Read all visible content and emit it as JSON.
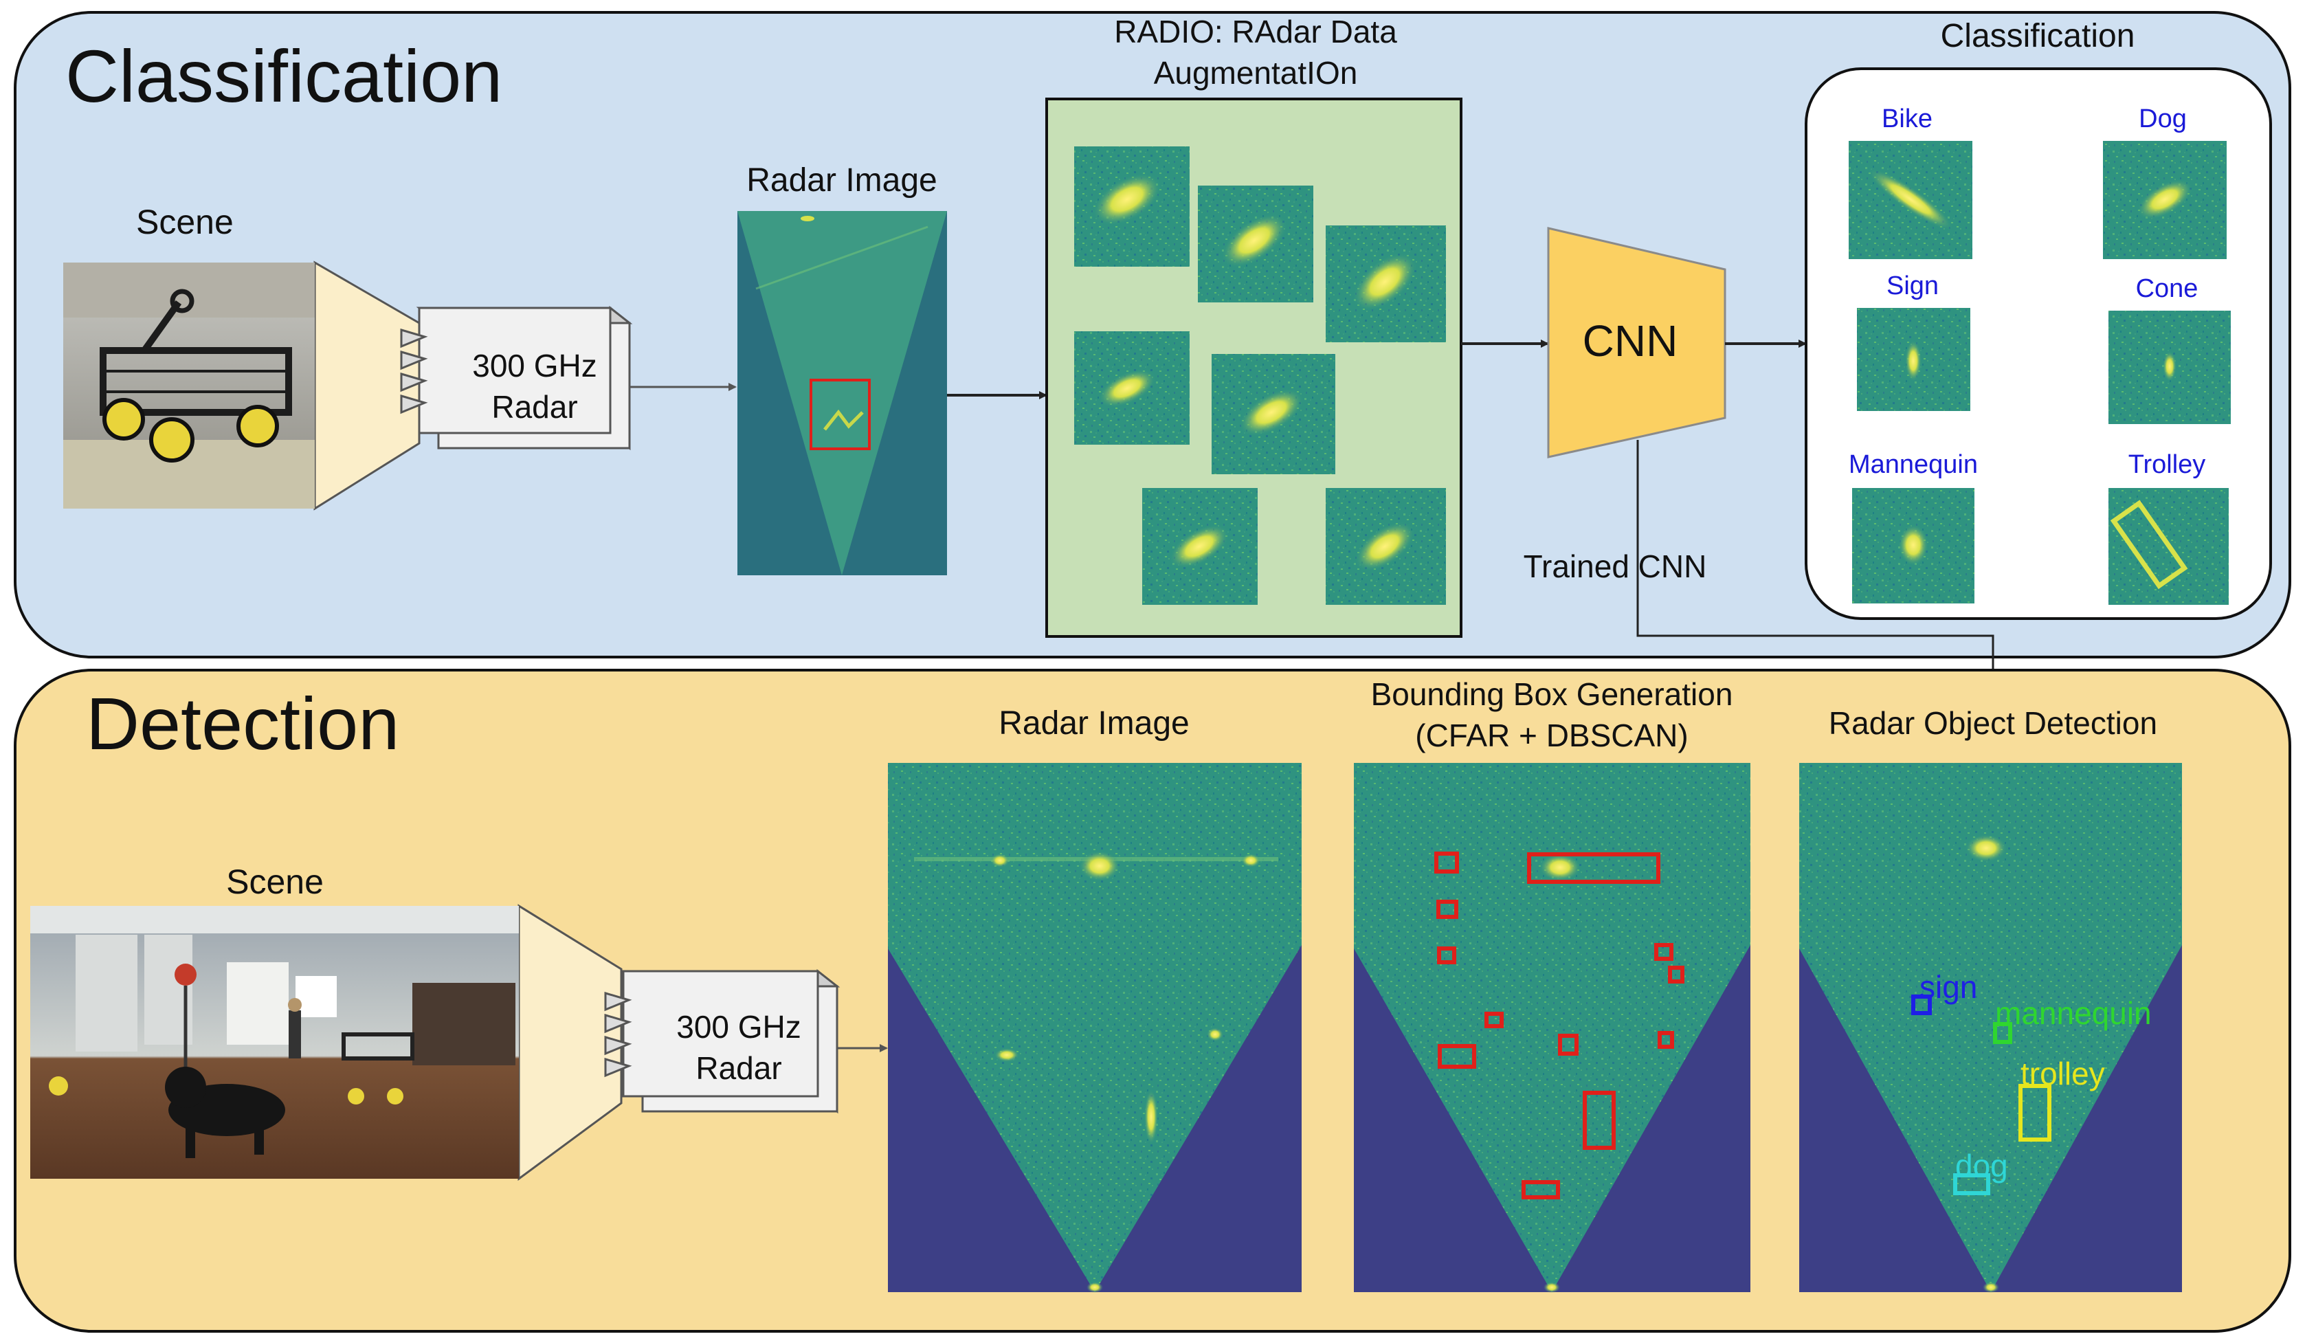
{
  "classification": {
    "title": "Classification",
    "scene_label": "Scene",
    "radar_label_line1": "300 GHz",
    "radar_label_line2": "Radar",
    "radar_image_label": "Radar Image",
    "radio_label_line1": "RADIO: RAdar Data",
    "radio_label_line2": "AugmentatIOn",
    "cnn_label": "CNN",
    "trained_cnn_label": "Trained CNN",
    "output_title": "Classification",
    "classes": [
      "Bike",
      "Dog",
      "Sign",
      "Cone",
      "Mannequin",
      "Trolley"
    ]
  },
  "detection": {
    "title": "Detection",
    "scene_label": "Scene",
    "radar_label_line1": "300 GHz",
    "radar_label_line2": "Radar",
    "radar_image_label": "Radar Image",
    "bbox_label_line1": "Bounding Box Generation",
    "bbox_label_line2": "(CFAR + DBSCAN)",
    "object_detection_label": "Radar Object Detection",
    "detections": [
      {
        "name": "sign",
        "color": "#1e1ee6"
      },
      {
        "name": "mannequin",
        "color": "#2fd62f"
      },
      {
        "name": "trolley",
        "color": "#e6e61e"
      },
      {
        "name": "dog",
        "color": "#2fd6d6"
      }
    ]
  },
  "colors": {
    "classification_bg": "#cfe0f1",
    "detection_bg": "#f8dd9a",
    "radar_field": "#2e8f82",
    "radar_bg_dark": "#2a6f7e",
    "detection_bg_dark": "#3d3f86",
    "cnn_fill": "#fbd062",
    "radio_panel": "#c7e0b6",
    "bbox_red": "#e0201a",
    "scene_cone": "#fbeec9"
  }
}
